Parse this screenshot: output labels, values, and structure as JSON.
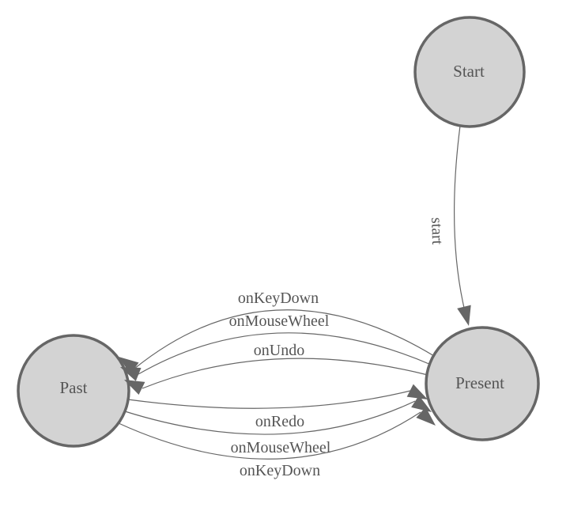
{
  "diagram": {
    "type": "state-machine",
    "nodes": [
      {
        "id": "start",
        "label": "Start"
      },
      {
        "id": "past",
        "label": "Past"
      },
      {
        "id": "present",
        "label": "Present"
      }
    ],
    "edges": [
      {
        "from": "Start",
        "to": "Present",
        "label": "start"
      },
      {
        "from": "Present",
        "to": "Past",
        "label": "onKeyDown"
      },
      {
        "from": "Present",
        "to": "Past",
        "label": "onMouseWheel"
      },
      {
        "from": "Present",
        "to": "Past",
        "label": "onUndo"
      },
      {
        "from": "Past",
        "to": "Present",
        "label": "onRedo"
      },
      {
        "from": "Past",
        "to": "Present",
        "label": "onMouseWheel"
      },
      {
        "from": "Past",
        "to": "Present",
        "label": "onKeyDown"
      }
    ],
    "colors": {
      "node_fill": "#d3d3d3",
      "node_stroke": "#666666",
      "edge_stroke": "#666666",
      "arrow_fill": "#666666",
      "label_text": "#555555",
      "background": "#ffffff"
    }
  }
}
